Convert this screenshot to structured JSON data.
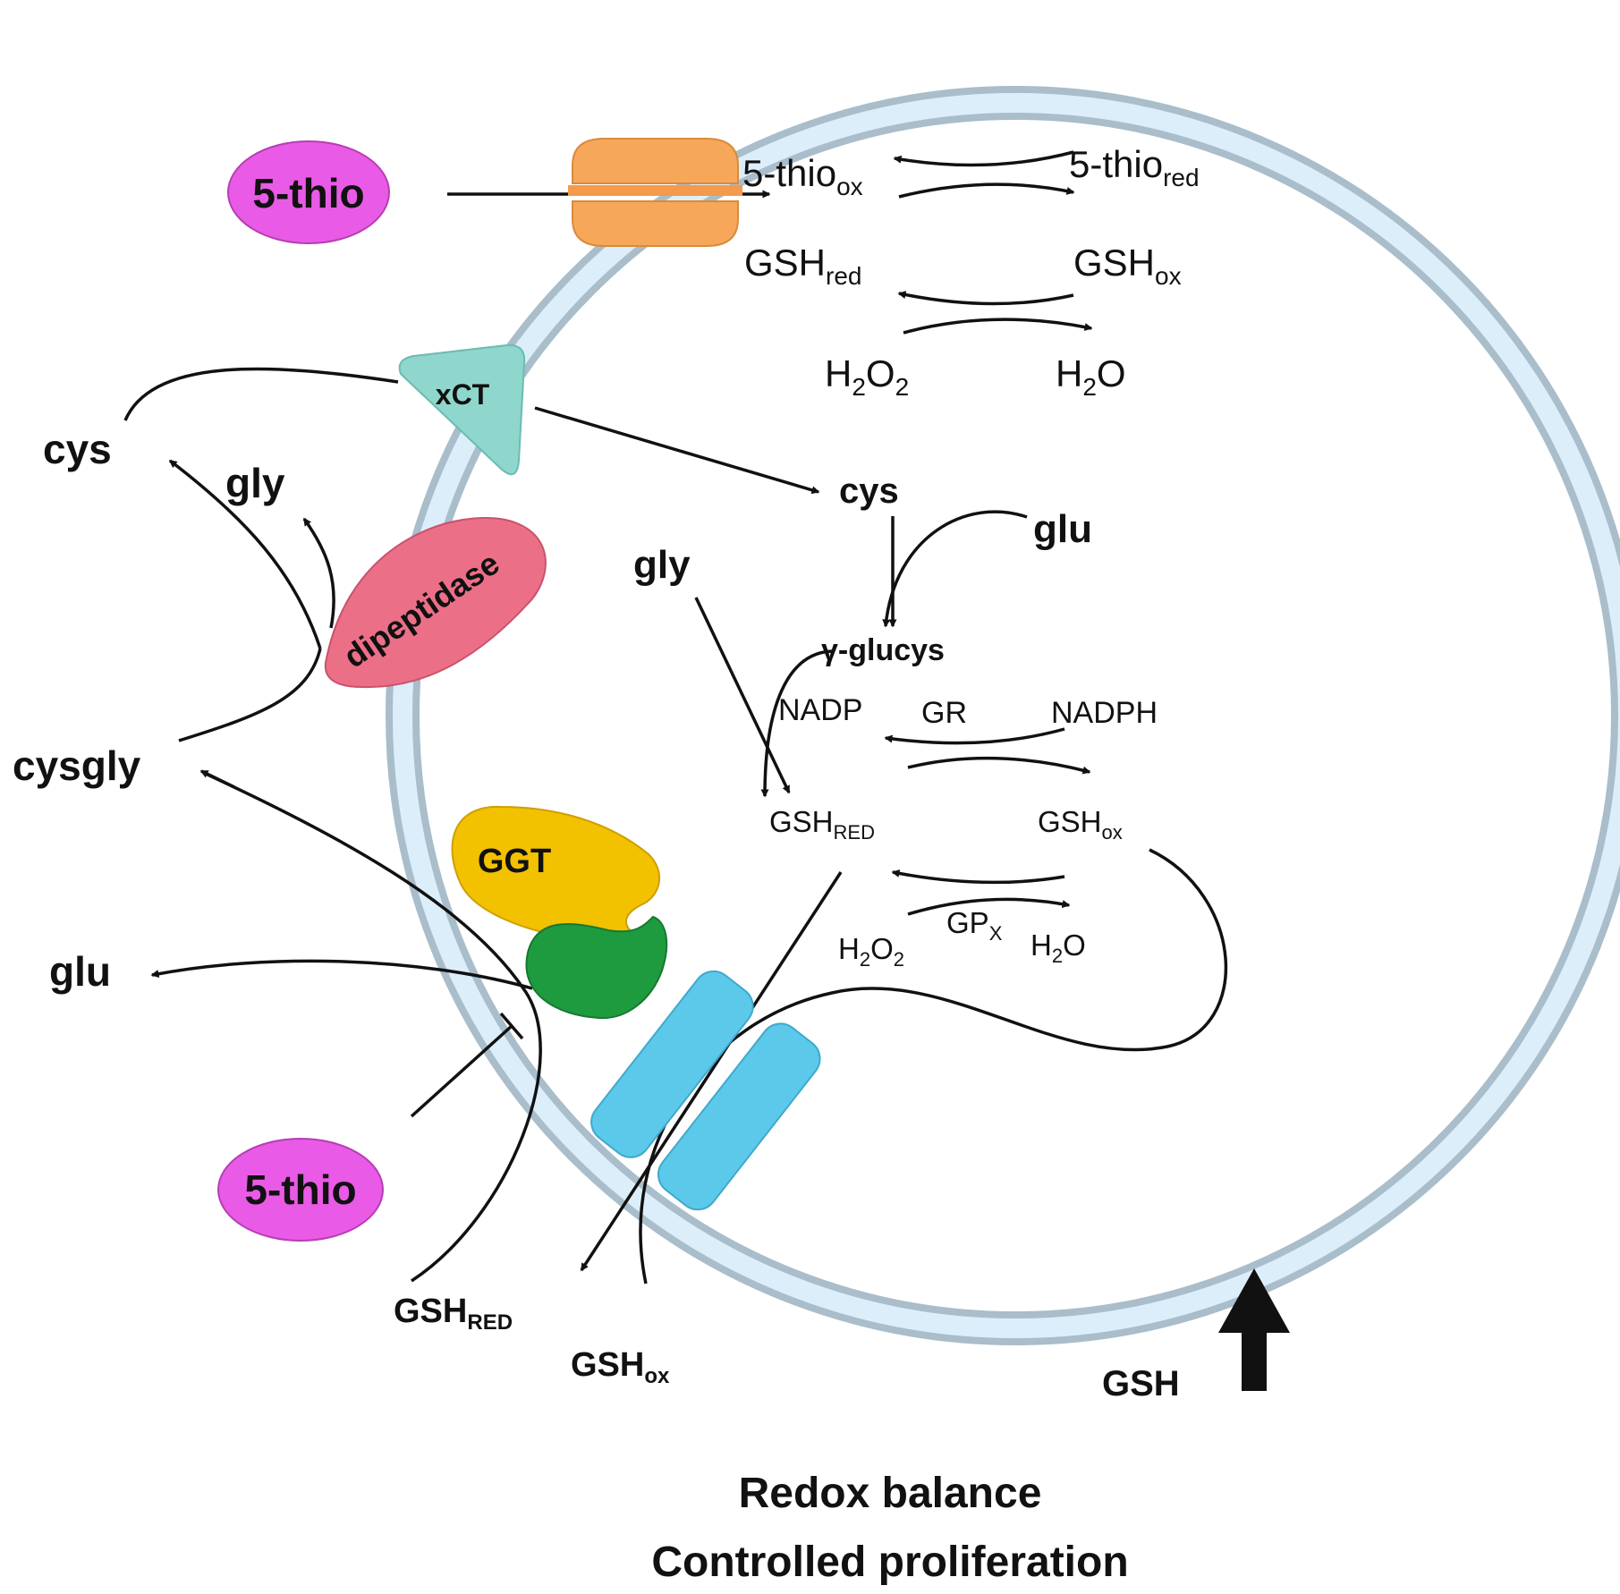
{
  "colors": {
    "membrane_outer": "#a9bdca",
    "membrane_inner": "#ddeefb",
    "drug": "#e95be6",
    "transporter_top": "#f7a75a",
    "xct": "#8fd6cc",
    "dipeptidase": "#ec6f88",
    "ggt": "#f2c100",
    "ggt_partner": "#1e9b3f",
    "channel": "#5cc9ea",
    "arrow": "#111111"
  },
  "icons": {
    "transporter_top": "transporter-icon",
    "xct": "antiporter-icon",
    "dipeptidase": "enzyme-icon",
    "ggt": "enzyme-icon",
    "ggt_partner": "enzyme-subunit-icon",
    "channel": "channel-icon",
    "big_arrow": "arrow-up-icon"
  },
  "drug_top": {
    "label": "5-thio"
  },
  "drug_bottom": {
    "label": "5-thio"
  },
  "xct": {
    "label": "xCT"
  },
  "dipeptidase": {
    "label": "dipeptidase"
  },
  "ggt": {
    "label": "GGT"
  },
  "outside": {
    "cys": "cys",
    "gly": "gly",
    "cysgly": "cysgly",
    "glu": "glu",
    "gsh_red": {
      "base": "GSH",
      "sub": "RED"
    },
    "gsh_ox": {
      "base": "GSH",
      "sub": "ox"
    }
  },
  "inside": {
    "thio_ox": {
      "base": "5-thio",
      "sub": "ox"
    },
    "thio_red": {
      "base": "5-thio",
      "sub": "red"
    },
    "gsh_red_top": {
      "base": "GSH",
      "sub": "red"
    },
    "gsh_ox_top": {
      "base": "GSH",
      "sub": "ox"
    },
    "h2o2_top": {
      "a": "H",
      "sub": "2",
      "b": "O",
      "sub2": "2"
    },
    "h2o_top": {
      "a": "H",
      "sub": "2",
      "b": "O"
    },
    "cys": "cys",
    "glu": "glu",
    "gly": "gly",
    "glucys": "γ-glucys",
    "nadp": "NADP",
    "gr": "GR",
    "nadph": "NADPH",
    "gsh_red_mid": {
      "base": "GSH",
      "sub": "RED"
    },
    "gsh_ox_mid": {
      "base": "GSH",
      "sub": "ox"
    },
    "h2o2_bottom": {
      "a": "H",
      "sub": "2",
      "b": "O",
      "sub2": "2"
    },
    "gpx": {
      "base": "GP",
      "sub": "X"
    },
    "h2o_bottom": {
      "a": "H",
      "sub": "2",
      "b": "O"
    }
  },
  "gsh_increase": {
    "label": "GSH"
  },
  "caption": {
    "line1": "Redox balance",
    "line2": "Controlled proliferation"
  }
}
